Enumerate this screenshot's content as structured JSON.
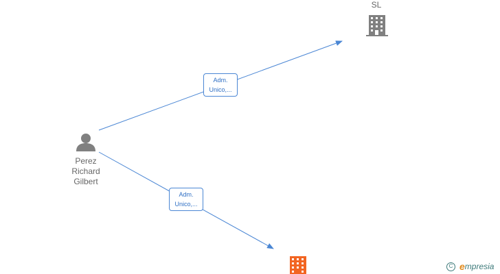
{
  "nodes": {
    "person": {
      "label": "Perez\nRichard\nGilbert",
      "icon": "person-icon",
      "color": "#808080"
    },
    "company_top": {
      "label": "SL",
      "icon": "building-icon",
      "color": "#808080"
    },
    "company_bottom": {
      "label": "",
      "icon": "building-icon",
      "color": "#f26522"
    }
  },
  "edges": [
    {
      "from": "person",
      "to": "company_top",
      "label": "Adm.\nUnico,..."
    },
    {
      "from": "person",
      "to": "company_bottom",
      "label": "Adm.\nUnico,..."
    }
  ],
  "colors": {
    "edge": "#4a86d4",
    "edge_text": "#2f6fc4"
  },
  "watermark": {
    "symbol": "C",
    "brand_initial": "e",
    "brand_rest": "mpresia"
  }
}
